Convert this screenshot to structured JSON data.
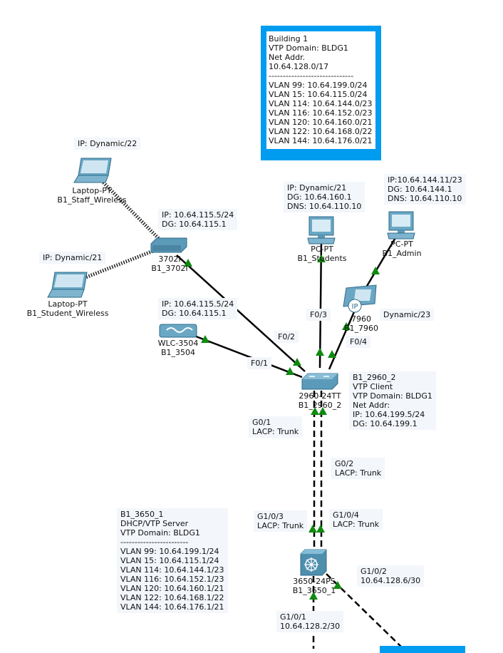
{
  "building_note": {
    "lines": [
      "Building 1",
      "VTP Domain: BLDG1",
      "Net Addr.",
      "10.64.128.0/17",
      "------------------------------",
      "VLAN 99: 10.64.199.0/24",
      "VLAN 15: 10.64.115.0/24",
      "VLAN 114: 10.64.144.0/23",
      "VLAN 116: 10.64.152.0/23",
      "VLAN 120: 10.64.160.0/21",
      "VLAN 122: 10.64.168.0/22",
      "VLAN 144: 10.64.176.0/21"
    ]
  },
  "notes": {
    "staff_wireless_ip": "IP: Dynamic/22",
    "student_wireless_ip": "IP: Dynamic/21",
    "ap_ip": "IP: 10.64.115.5/24\nDG: 10.64.115.1",
    "wlc_ip": "IP: 10.64.115.5/24\nDG: 10.64.115.1",
    "students_pc_ip": "IP: Dynamic/21\nDG: 10.64.160.1\nDNS: 10.64.110.10",
    "admin_pc_ip": "IP:10.64.144.11/23\nDG: 10.64.144.1\nDNS: 10.64.110.10",
    "phone_ip": "Dynamic/23",
    "switch2960_info": "B1_2960_2\nVTP Client\nVTP Domain: BLDG1\nNet Addr:\nIP: 10.64.199.5/24\nDG: 10.64.199.1",
    "switch3650_info": "B1_3650_1\nDHCP/VTP Server\nVTP Domain: BLDG1\n------------------------\nVLAN 99: 10.64.199.1/24\nVLAN 15: 10.64.115.1/24\nVLAN 114: 10.64.144.1/23\nVLAN 116: 10.64.152.1/23\nVLAN 120: 10.64.160.1/21\nVLAN 122: 10.64.168.1/22\nVLAN 144: 10.64.176.1/21"
  },
  "devices": {
    "staff_laptop": "Laptop-PT\nB1_Staff_Wireless",
    "student_laptop": "Laptop-PT\nB1_Student_Wireless",
    "ap": "3702I\nB1_3702I",
    "wlc": "WLC-3504\nB1_3504",
    "students_pc": "PC-PT\nB1_Students",
    "admin_pc": "PC-PT\nB1_Admin",
    "phone": "7960\nB1_7960",
    "switch2960": "2960-24TT\nB1_2960_2",
    "switch3650": "3650-24PS\nB1_3650_1"
  },
  "ports": {
    "f0_3": "F0/3",
    "f0_2": "F0/2",
    "f0_4": "F0/4",
    "f0_1": "F0/1",
    "g0_1": "G0/1\nLACP: Trunk",
    "g0_2": "G0/2\nLACP: Trunk",
    "g1_0_3": "G1/0/3\nLACP: Trunk",
    "g1_0_4": "G1/0/4\nLACP: Trunk",
    "g1_0_2": "G1/0/2\n10.64.128.6/30",
    "g1_0_1": "G1/0/1\n10.64.128.2/30"
  },
  "colors": {
    "link": "#000000",
    "port_up": "#0f8a0f",
    "device": "#4a8fb0",
    "box": "#009cf0"
  },
  "icons": [
    "laptop-icon",
    "access-point-icon",
    "wlc-icon",
    "pc-icon",
    "ip-phone-icon",
    "switch-icon",
    "multilayer-switch-icon"
  ]
}
